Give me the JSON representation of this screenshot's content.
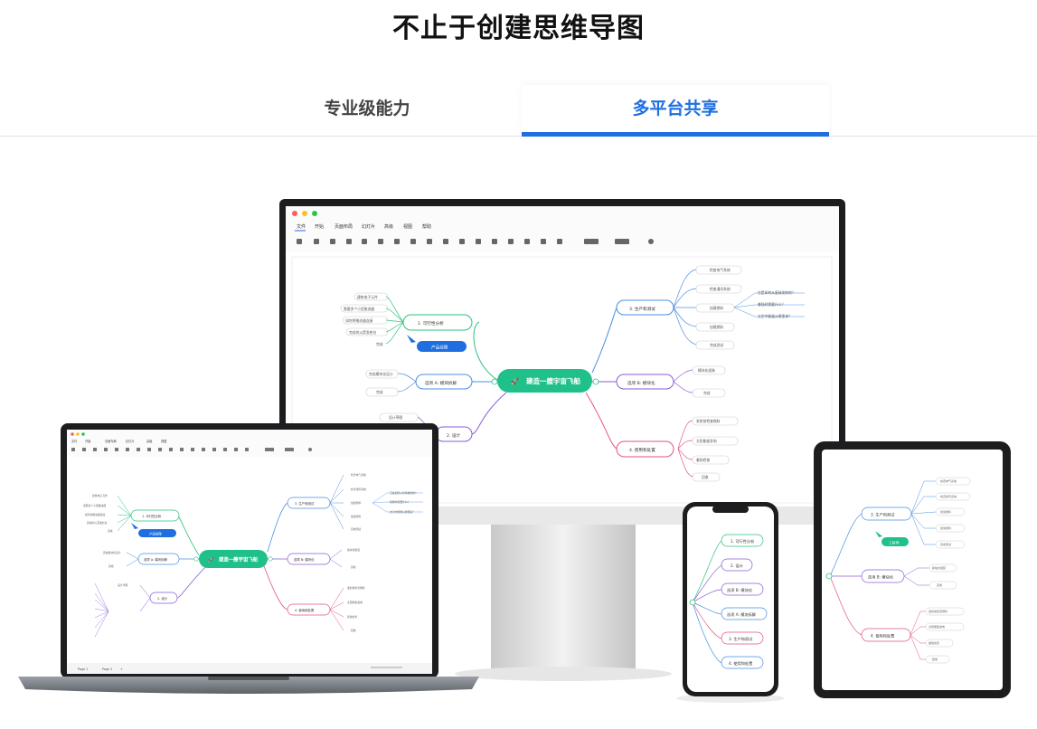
{
  "page": {
    "title": "不止于创建思维导图"
  },
  "tabs": [
    {
      "label": "专业级能力",
      "active": false
    },
    {
      "label": "多平台共享",
      "active": true
    }
  ],
  "colors": {
    "accent": "#1f6fe0",
    "root_green": "#1fc089",
    "branch_green": "#2ec27e",
    "branch_blue": "#4a90e2",
    "branch_purple": "#8a5cd6",
    "branch_pink": "#e2557b"
  },
  "desktop_app": {
    "window_dots": [
      "#ff5f57",
      "#febc2e",
      "#28c840"
    ],
    "menu": [
      "文件",
      "开始",
      "页面布局",
      "幻灯片",
      "高级",
      "视图",
      "帮助"
    ],
    "mindmap": {
      "root": "建造一艘宇宙飞船",
      "badge": "产品经理",
      "left_branches": [
        {
          "label": "1. 可行性分析",
          "children": [
            "建筑电子元件",
            "需要多个小型推进器",
            "如何将推进器连接",
            "完成的火箭发射台",
            "完成"
          ]
        },
        {
          "label": "选项 A: 模块拆解",
          "children": [
            "完成模块化设计",
            "完成"
          ]
        },
        {
          "label": "2. 设计",
          "children": [
            "设计草图"
          ]
        }
      ],
      "right_branches": [
        {
          "label": "3. 生产和测试",
          "children": [
            "检查电气系统",
            "检查通讯系统",
            "加载燃料",
            "加载燃料",
            "完成测试"
          ]
        },
        {
          "label": "选项 B: 模块化",
          "children": [
            "模块化组装",
            "完成"
          ]
        },
        {
          "label": "4. 使用和处置",
          "children": [
            "发射前检查燃料",
            "太阳能板发电",
            "着陆检查",
            "回收"
          ]
        }
      ],
      "notes": [
        "它是如何从星球发射的？",
        "着陆时需要什么？",
        "太空中能量从哪里来？"
      ]
    }
  },
  "laptop_app": {
    "menu": [
      "文件",
      "开始",
      "页面布局",
      "幻灯片",
      "高级",
      "视图",
      "帮助"
    ],
    "status": {
      "page1": "Page 1",
      "page2": "Page 2",
      "add": "+"
    }
  },
  "phone_app": {
    "nodes": [
      "1. 可行性分析",
      "2. 设计",
      "选项 B: 模块化",
      "选项 A: 模块拆解",
      "3. 生产和测试",
      "4. 使用和处置"
    ]
  },
  "tablet_app": {
    "nodes": [
      "3. 生产和测试",
      "选项 B: 模块化",
      "4. 使用和处置"
    ],
    "badge": "工程师"
  }
}
